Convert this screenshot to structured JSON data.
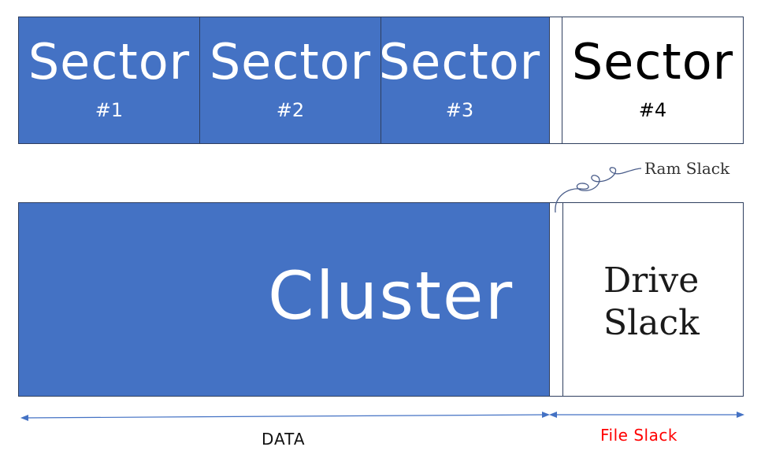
{
  "sectors": [
    {
      "title": "Sector",
      "number": "#1"
    },
    {
      "title": "Sector",
      "number": "#2"
    },
    {
      "title": "Sector",
      "number": "#3"
    },
    {
      "title": "Sector",
      "number": "#4"
    }
  ],
  "cluster": {
    "label": "Cluster"
  },
  "drive_slack": {
    "line1": "Drive",
    "line2": "Slack"
  },
  "ram_slack": {
    "label": "Ram Slack"
  },
  "measures": {
    "data_label": "DATA",
    "file_slack_label": "File Slack",
    "file_slack_color": "#ff0000"
  },
  "colors": {
    "data_fill": "#4472c4",
    "outline": "#2f3f5f",
    "arrow": "#4472c4"
  }
}
